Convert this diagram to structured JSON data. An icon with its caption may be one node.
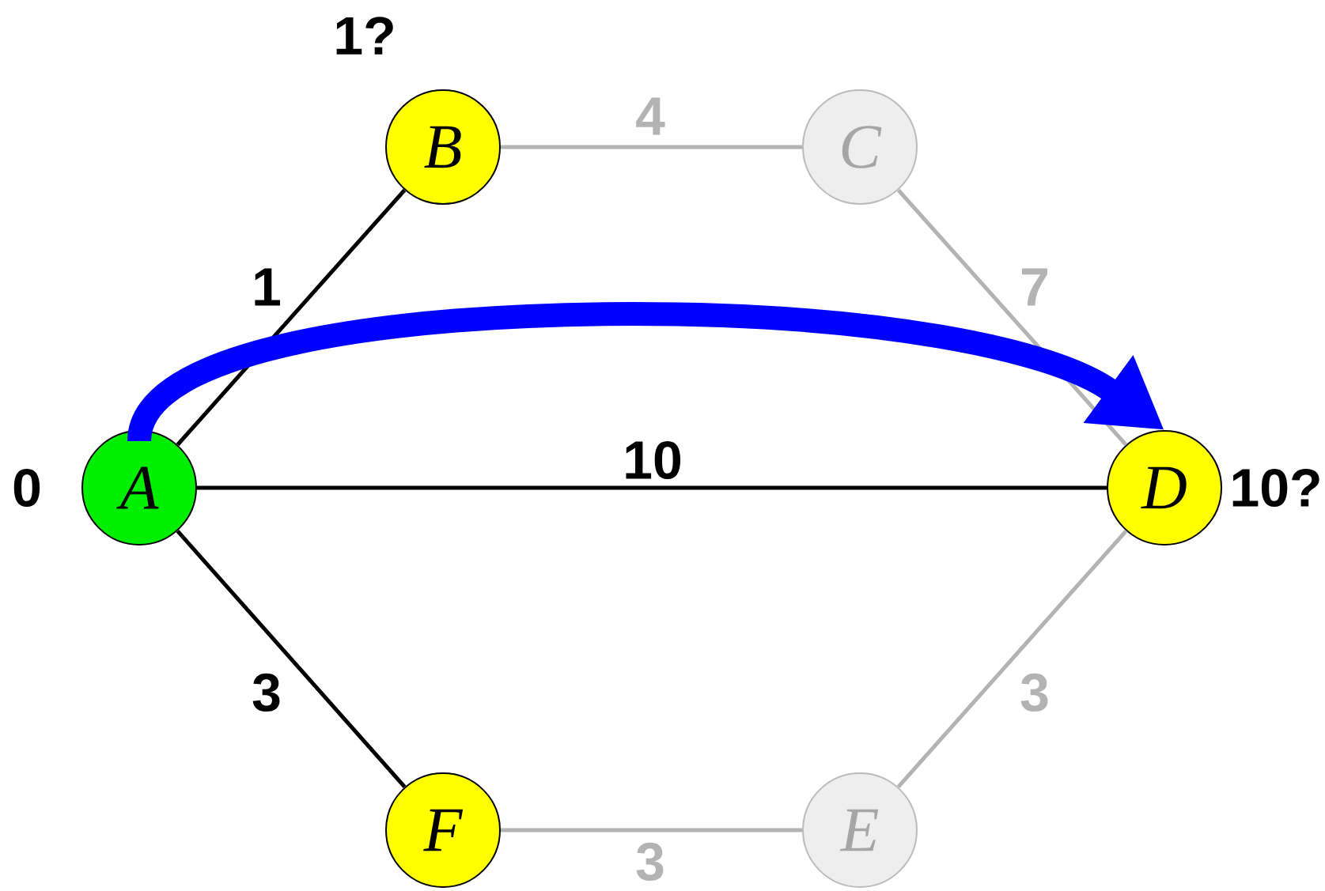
{
  "diagram": {
    "nodes": [
      {
        "text": [
          "A"
        ],
        "beside": [
          "0"
        ]
      },
      {
        "text": [
          "B"
        ],
        "beside": [
          "1?"
        ]
      },
      {
        "text": [
          "C"
        ]
      },
      {
        "text": [
          "D"
        ],
        "beside": [
          "10?"
        ]
      },
      {
        "text": [
          "E"
        ]
      },
      {
        "text": [
          "F"
        ]
      }
    ],
    "edges": [
      {
        "from": 0,
        "to": 1,
        "arrow": "none",
        "label": "1",
        "color": "#000000"
      },
      {
        "from": 1,
        "to": 2,
        "arrow": "none",
        "label": "4"
      },
      {
        "from": 2,
        "to": 3,
        "arrow": "none",
        "label": "7"
      },
      {
        "from": 0,
        "to": 3,
        "arrow": "none",
        "label": "10",
        "color": "#000000"
      },
      {
        "from": 0,
        "to": 5,
        "arrow": "none",
        "label": "3",
        "color": "#000000"
      },
      {
        "from": 5,
        "to": 4,
        "arrow": "none",
        "label": "3"
      },
      {
        "from": 4,
        "to": 3,
        "arrow": "none",
        "label": "3"
      },
      {
        "from": 0,
        "to": 3,
        "arrow": "to",
        "style": "thick",
        "color": "#0000ff"
      }
    ]
  }
}
